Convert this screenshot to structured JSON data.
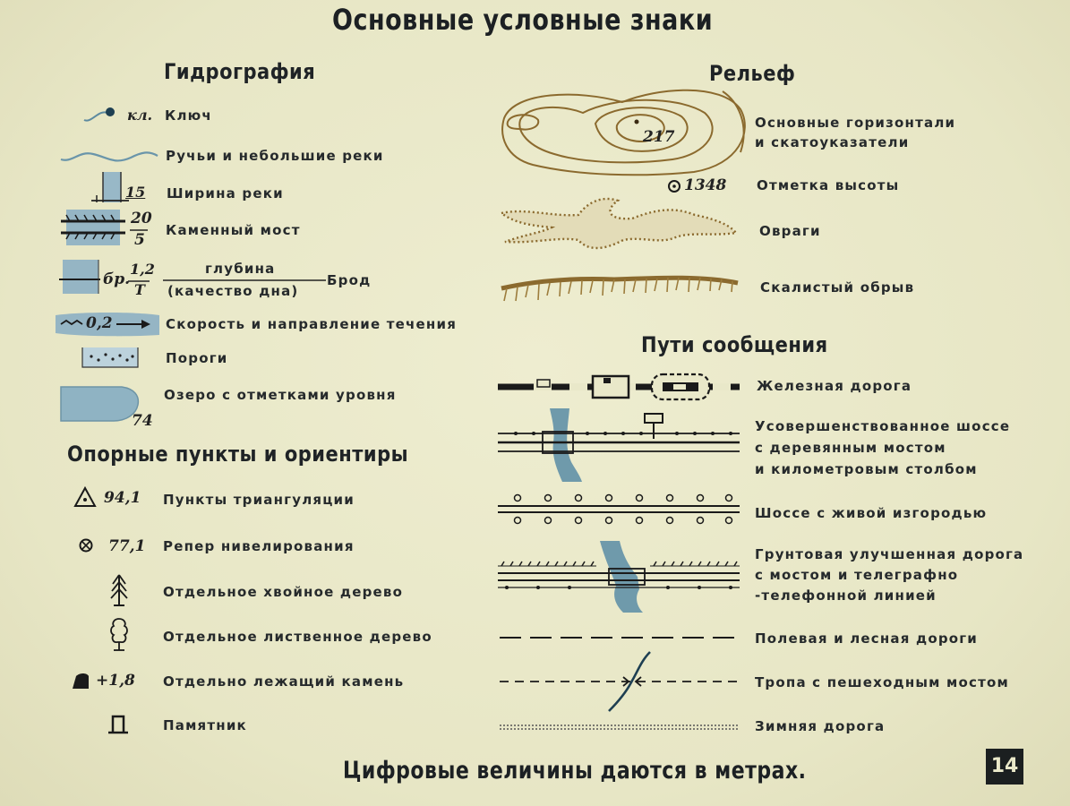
{
  "title": "Основные условные знаки",
  "footer": "Цифровые величины даются в метрах.",
  "slide_number": "14",
  "colors": {
    "background": "#e9e8c9",
    "text": "#262a2c",
    "water": "#8fb3c3",
    "relief": "#8b6a2e"
  },
  "hydro": {
    "heading": "Гидрография",
    "spring_abbr": "кл.",
    "spring": "Ключ",
    "streams": "Ручьи и небольшие реки",
    "width_value": "15",
    "river_width": "Ширина реки",
    "bridge_top": "20",
    "bridge_bottom": "5",
    "stone_bridge": "Каменный мост",
    "ford_abbr": "бр.",
    "ford_top": "1,2",
    "ford_bottom": "Т",
    "depth": "глубина",
    "bottom_quality": "(качество дна)",
    "ford": "Брод",
    "speed_value": "0,2",
    "current": "Скорость и направление течения",
    "rapids": "Пороги",
    "lake_value": "74",
    "lake": "Озеро с отметками уровня"
  },
  "landmarks": {
    "heading": "Опорные пункты и ориентиры",
    "triang_value": "94,1",
    "triangulation": "Пункты триангуляции",
    "reper_value": "77,1",
    "reper": "Репер нивелирования",
    "conifer": "Отдельное хвойное дерево",
    "deciduous": "Отдельное лиственное дерево",
    "stone_value": "+1,8",
    "stone": "Отдельно лежащий камень",
    "monument": "Памятник"
  },
  "relief": {
    "heading": "Рельеф",
    "contour_value": "217",
    "contours_line1": "Основные горизонтали",
    "contours_line2": "и скатоуказатели",
    "height_value": "1348",
    "height_mark": "Отметка высоты",
    "ravines": "Овраги",
    "cliff": "Скалистый обрыв"
  },
  "roads": {
    "heading": "Пути сообщения",
    "railway": "Железная дорога",
    "highway_line1": "Усовершенствованное шоссе",
    "highway_line2": "с деревянным мостом",
    "highway_line3": "и километровым столбом",
    "hedge_road": "Шоссе с живой изгородью",
    "dirt_line1": "Грунтовая улучшенная дорога",
    "dirt_line2": "с мостом и телеграфно",
    "dirt_line3": "-телефонной линией",
    "field_road": "Полевая и лесная дороги",
    "trail": "Тропа с пешеходным мостом",
    "winter_road": "Зимняя дорога"
  }
}
